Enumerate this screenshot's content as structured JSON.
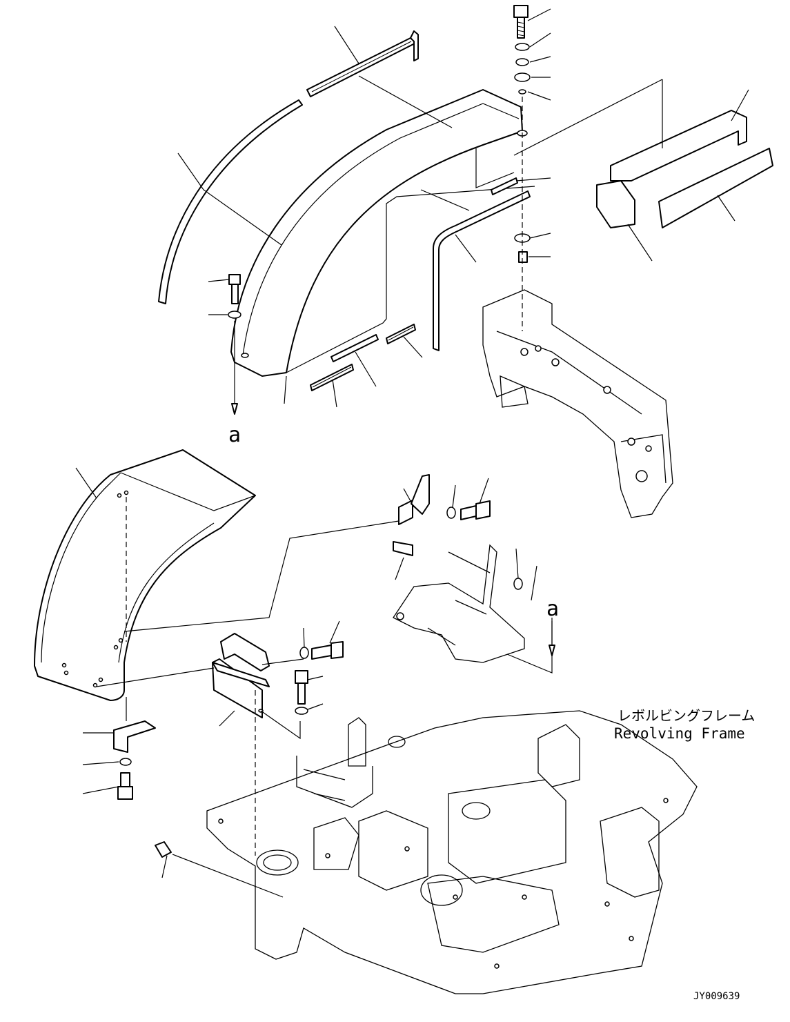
{
  "labels": {
    "view_marker_upper": "a",
    "view_marker_lower": "a",
    "frame_label_jp": "レボルビングフレーム",
    "frame_label_en": "Revolving Frame",
    "drawing_number": "JY009639"
  },
  "icons": {
    "arrow": "arrow-down-icon"
  }
}
